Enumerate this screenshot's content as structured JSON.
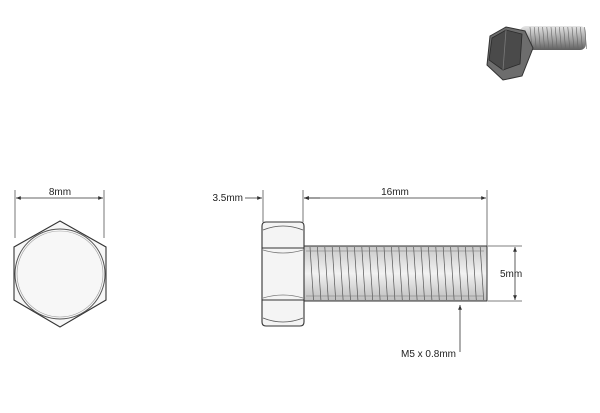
{
  "drawing": {
    "dimensions": {
      "head_width": "8mm",
      "head_height": "3.5mm",
      "thread_length": "16mm",
      "thread_diameter": "5mm",
      "thread_spec": "M5 x 0.8mm"
    }
  },
  "colors": {
    "line": "#333333",
    "dim_line": "#555555",
    "thread_fill": "#d9d9d9",
    "head_fill": "#f4f4f4",
    "iso_dark": "#4a4a4a",
    "iso_mid": "#8a8a8a"
  }
}
